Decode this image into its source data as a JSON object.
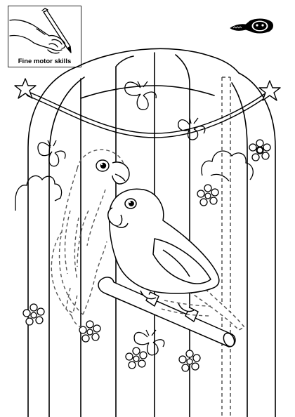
{
  "activity_badge": {
    "label": "Fine motor skills",
    "icon": "hand-with-pencil-icon"
  },
  "logo": {
    "icon": "crocodile-logo-icon"
  },
  "illustration": {
    "subject": "two-parrots-on-perch-in-cage",
    "style": "black-and-white coloring page with dashed tracing lines",
    "line_color": "#000000",
    "background_color": "#ffffff",
    "trace_color": "#555555"
  }
}
